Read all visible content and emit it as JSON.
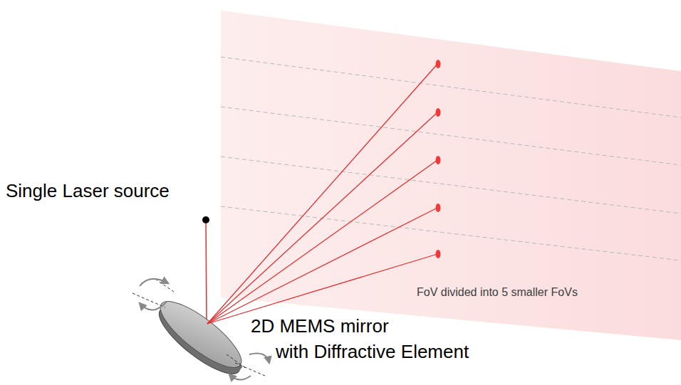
{
  "diagram": {
    "labels": [
      "Single Laser source",
      "2D MEMS mirror",
      "with Diffractive Element",
      "FoV divided into 5 smaller FoVs"
    ]
  }
}
